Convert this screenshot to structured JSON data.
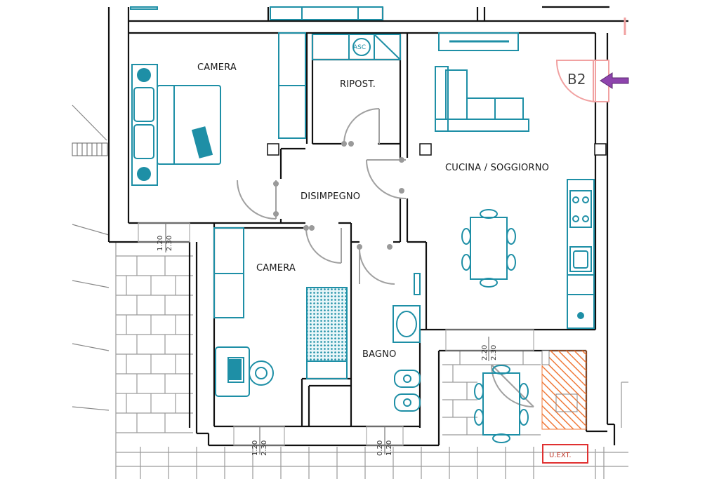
{
  "rooms": {
    "camera_1": "CAMERA",
    "ripostiglio": "RIPOST.",
    "cucina_soggiorno": "CUCINA / SOGGIORNO",
    "disimpegno": "DISIMPEGNO",
    "camera_2": "CAMERA",
    "bagno": "BAGNO"
  },
  "markers": {
    "b2": "B2",
    "u_ext": "U.EXT.",
    "asc": "ASC"
  },
  "dimensions": {
    "window_1_top": "1.20",
    "window_1_bottom": "2.30",
    "window_2_top": "2.20",
    "window_2_bottom": "2.30",
    "window_3_top": "1.20",
    "window_3_bottom": "2.30",
    "window_4_top": "0.20",
    "window_4_bottom": "1.20"
  },
  "colors": {
    "walls": "#111111",
    "furniture": "#1e8fa6",
    "doors": "#a0a0a0",
    "b2_arrow": "#8e44ad",
    "b2_door": "#f1a1a1",
    "hatch": "#f07a3a",
    "u_ext_box": "#e03030"
  }
}
